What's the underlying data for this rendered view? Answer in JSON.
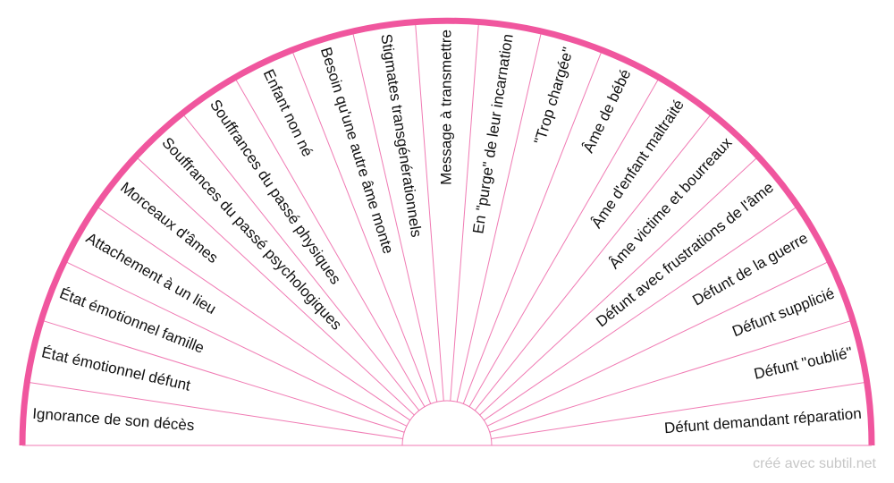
{
  "colors": {
    "accent": "#f0569e",
    "divider": "#f07ab3",
    "text": "#111111",
    "credit": "#c7c7c7"
  },
  "pendulum": {
    "sectors": [
      "Ignorance de son décès",
      "État émotionnel défunt",
      "État émotionnel famille",
      "Attachement à un lieu",
      "Morceaux d'âmes",
      "Souffrances du passé psychologiques",
      "Souffrances du passé physiques",
      "Enfant non né",
      "Besoin qu'une autre âme monte",
      "Stigmates transgénérationnels",
      "Message à transmettre",
      "En \"purge\" de leur incarnation",
      "\"Trop chargée\"",
      "Âme de bébé",
      "Âme d'enfant maltraité",
      "Âme victime et bourreaux",
      "Défunt avec frustrations de l'âme",
      "Défunt de la guerre",
      "Défunt supplicié",
      "Défunt \"oublié\"",
      "Défunt demandant réparation"
    ]
  },
  "footer": {
    "credit": "créé avec subtil.net"
  }
}
